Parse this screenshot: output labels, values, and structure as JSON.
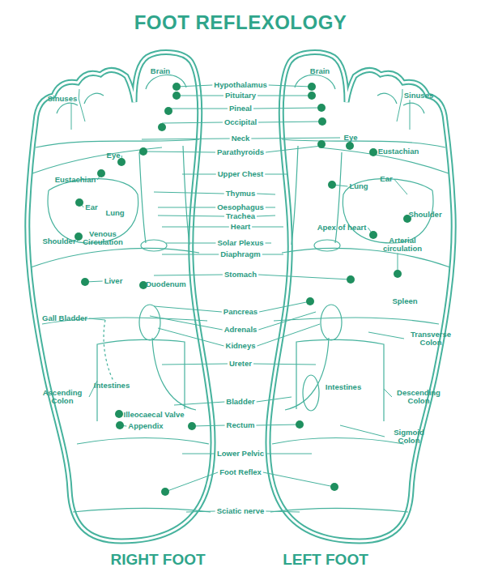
{
  "diagram": {
    "title": "FOOT REFLEXOLOGY",
    "nodes": [
      {
        "text": [
          "RIGHT FOOT"
        ]
      },
      {
        "text": [
          "LEFT FOOT"
        ]
      }
    ],
    "labels": [
      "Brain",
      "Sinuses",
      "Hypothalamus",
      "Pituitary",
      "Pineal",
      "Occipital",
      "Brain",
      "Sinuses",
      "Neck",
      "Eye",
      "Parathyroids",
      "Eye",
      "Eustachian",
      "Upper Chest",
      "Eustachian",
      "Ear",
      "Lung",
      "Thymus",
      "Ear",
      "Lung",
      "Oesophagus",
      "Trachea",
      "Shoulder",
      "Heart",
      "Apex of heart",
      "Venous Circulation",
      "Shoulder",
      "Solar Plexus",
      "Arterial circulation",
      "Diaphragm",
      "Stomach",
      "Liver",
      "Duodenum",
      "Spleen",
      "Pancreas",
      "Gall Bladder",
      "Adrenals",
      "Transverse Colon",
      "Kidneys",
      "Ureter",
      "Intestines",
      "Intestines",
      "Ascending Colon",
      "Descending Colon",
      "Bladder",
      "Illeocaecal Valve",
      "Rectum",
      "Appendix",
      "Sigmoid Colon",
      "Lower Pelvic",
      "Foot Reflex",
      "Sciatic nerve"
    ]
  }
}
